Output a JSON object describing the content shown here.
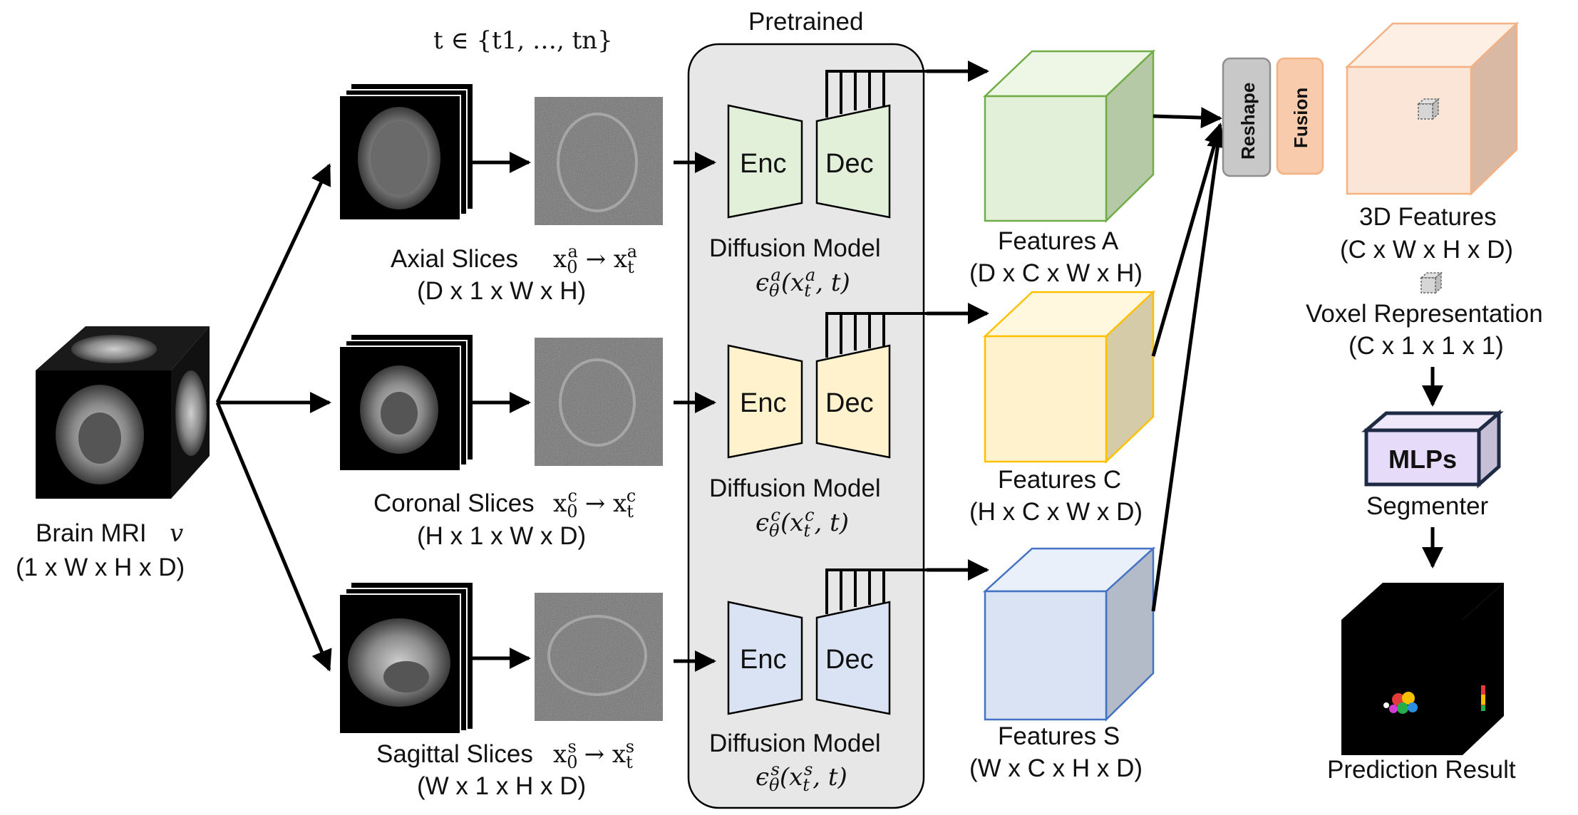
{
  "labels": {
    "timestep": "t ∈ {t1, …, tn}",
    "pretrained": "Pretrained",
    "brain_mri": "Brain MRI",
    "brain_mri_symbol": "v",
    "brain_mri_dims": "(1 x W x H x D)",
    "axial": "Axial Slices",
    "axial_dims": "(D x 1 x W x H)",
    "coronal": "Coronal Slices",
    "coronal_dims": "(H x 1 x W x D)",
    "sagittal": "Sagittal Slices",
    "sagittal_dims": "(W x 1 x H x D)",
    "enc": "Enc",
    "dec": "Dec",
    "diffusion_model": "Diffusion Model",
    "eps_a": "ϵθa(xta, t)",
    "eps_c": "ϵθc(xtc, t)",
    "eps_s": "ϵθs(xts, t)",
    "features_a": "Features A",
    "features_a_dims": "(D x C x W x H)",
    "features_c": "Features C",
    "features_c_dims": "(H x C x W x D)",
    "features_s": "Features S",
    "features_s_dims": "(W x C x H x D)",
    "reshape": "Reshape",
    "fusion": "Fusion",
    "features_3d": "3D Features",
    "features_3d_dims": "(C x W x H x D)",
    "voxel": "Voxel Representation",
    "voxel_dims": "(C x 1 x 1 x 1)",
    "mlps": "MLPs",
    "segmenter": "Segmenter",
    "prediction": "Prediction Result"
  },
  "colors": {
    "green_fill": "#e2f0d9",
    "green_stroke": "#70ad47",
    "yellow_fill": "#fff2cc",
    "yellow_stroke": "#ffc000",
    "blue_fill": "#dae3f3",
    "blue_stroke": "#4472c4",
    "orange_fill": "#fbe5d6",
    "orange_stroke": "#f4b183",
    "purple_fill": "#e6dcfa",
    "navy_stroke": "#1f2a44",
    "gray_panel": "#e7e7e7"
  }
}
